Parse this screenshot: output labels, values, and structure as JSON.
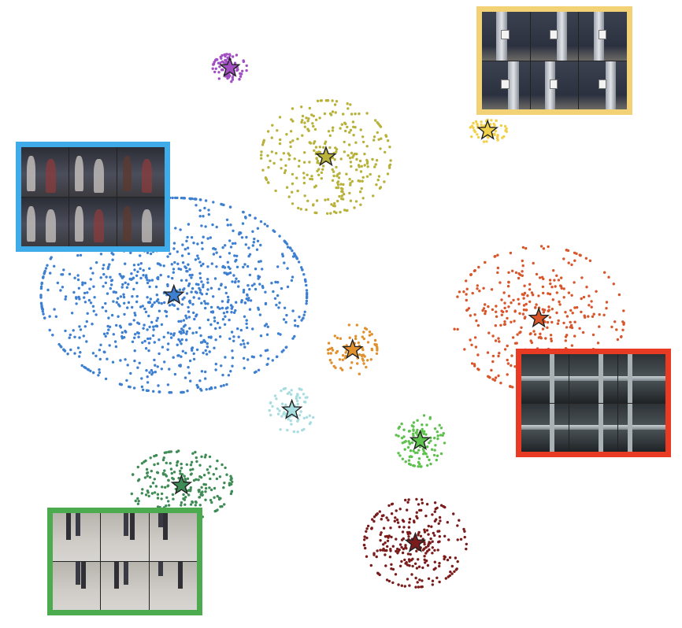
{
  "chart_data": {
    "type": "scatter",
    "title": "",
    "xlabel": "",
    "ylabel": "",
    "grid": false,
    "axes_visible": false,
    "legend": "none",
    "xlim": [
      0,
      100
    ],
    "ylim": [
      0,
      100
    ],
    "clusters": [
      {
        "id": "purple",
        "color": "#a24fc4",
        "center": [
          33.7,
          89.2
        ],
        "spread": [
          2.5,
          2.2
        ],
        "count": 90,
        "star": true
      },
      {
        "id": "olive",
        "color": "#b8b23a",
        "center": [
          47.8,
          75.0
        ],
        "spread": [
          9.5,
          9.0
        ],
        "count": 300,
        "star": true
      },
      {
        "id": "yellow",
        "color": "#f1d04a",
        "center": [
          71.5,
          79.2
        ],
        "spread": [
          2.8,
          1.8
        ],
        "count": 60,
        "star": true
      },
      {
        "id": "blue",
        "color": "#3d7fd1",
        "center": [
          25.5,
          53.0
        ],
        "spread": [
          19.5,
          15.5
        ],
        "count": 950,
        "star": true
      },
      {
        "id": "orange-red",
        "color": "#d8562a",
        "center": [
          79.0,
          49.3
        ],
        "spread": [
          12.5,
          11.5
        ],
        "count": 350,
        "star": true
      },
      {
        "id": "orange",
        "color": "#e0902d",
        "center": [
          51.7,
          44.3
        ],
        "spread": [
          3.6,
          4.0
        ],
        "count": 80,
        "star": true
      },
      {
        "id": "light-cyan",
        "color": "#a8dde0",
        "center": [
          42.8,
          34.7
        ],
        "spread": [
          3.3,
          3.6
        ],
        "count": 70,
        "star": true
      },
      {
        "id": "light-green",
        "color": "#5ec14e",
        "center": [
          61.6,
          29.8
        ],
        "spread": [
          3.6,
          4.1
        ],
        "count": 110,
        "star": true
      },
      {
        "id": "dark-green",
        "color": "#3f8b55",
        "center": [
          26.6,
          22.7
        ],
        "spread": [
          7.5,
          5.5
        ],
        "count": 220,
        "star": true
      },
      {
        "id": "dark-red",
        "color": "#7a1c1c",
        "center": [
          60.9,
          13.5
        ],
        "spread": [
          7.5,
          7.0
        ],
        "count": 260,
        "star": true
      }
    ],
    "image_insets": [
      {
        "id": "inset-yellow",
        "border_color": "#f3d276",
        "scene": "pillars",
        "linked_cluster": "yellow",
        "anchor": "top-right"
      },
      {
        "id": "inset-blue",
        "border_color": "#3fabe8",
        "scene": "people",
        "linked_cluster": "blue",
        "anchor": "upper-left"
      },
      {
        "id": "inset-red",
        "border_color": "#e93a24",
        "scene": "rails",
        "linked_cluster": "orange-red",
        "anchor": "right"
      },
      {
        "id": "inset-green",
        "border_color": "#4cab4e",
        "scene": "floor",
        "linked_cluster": "dark-green",
        "anchor": "bottom-left"
      }
    ]
  }
}
